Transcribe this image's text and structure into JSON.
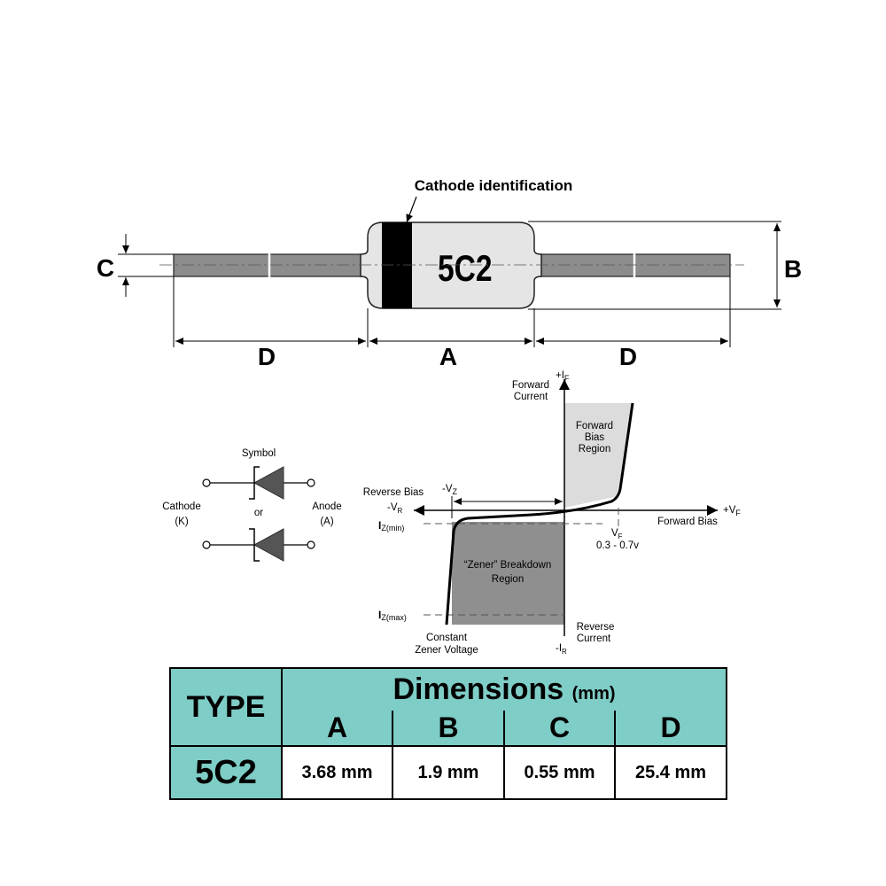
{
  "outline": {
    "callout": "Cathode identification",
    "body_marking": "5C2",
    "dim_labels": {
      "a": "A",
      "b": "B",
      "c": "C",
      "d_left": "D",
      "d_right": "D"
    }
  },
  "symbol": {
    "title": "Symbol",
    "or_text": "or",
    "cathode_label": "Cathode",
    "cathode_letter": "(K)",
    "anode_label": "Anode",
    "anode_letter": "(A)"
  },
  "characteristic": {
    "plus_if": "+I",
    "plus_if_sub": "F",
    "forward_current_1": "Forward",
    "forward_current_2": "Current",
    "forward_region_1": "Forward",
    "forward_region_2": "Bias",
    "forward_region_3": "Region",
    "reverse_bias": "Reverse Bias",
    "minus_vr": "-V",
    "minus_vr_sub": "R",
    "minus_vz": "-V",
    "minus_vz_sub": "Z",
    "plus_vf": "+V",
    "plus_vf_sub": "F",
    "forward_bias": "Forward Bias",
    "vf": "V",
    "vf_sub": "F",
    "vf_range": "0.3 - 0.7v",
    "iz_min": "I",
    "iz_min_sub": "Z(min)",
    "iz_max": "I",
    "iz_max_sub": "Z(max)",
    "zener_region_1": "“Zener” Breakdown",
    "zener_region_2": "Region",
    "reverse_current_1": "Reverse",
    "reverse_current_2": "Current",
    "minus_ir": "-I",
    "minus_ir_sub": "R",
    "constant_1": "Constant",
    "constant_2": "Zener Voltage"
  },
  "table": {
    "type_header": "TYPE",
    "dimensions_title": "Dimensions",
    "dimensions_unit": "(mm)",
    "columns": [
      "A",
      "B",
      "C",
      "D"
    ],
    "row_type": "5C2",
    "values": [
      "3.68 mm",
      "1.9 mm",
      "0.55 mm",
      "25.4 mm"
    ]
  },
  "colors": {
    "teal": "#7ecdc6",
    "body": "#e5e5e5",
    "lead": "#8c8c8c",
    "band": "#000000",
    "region_light": "#dcdcdc",
    "region_dark": "#8f8f8f"
  }
}
